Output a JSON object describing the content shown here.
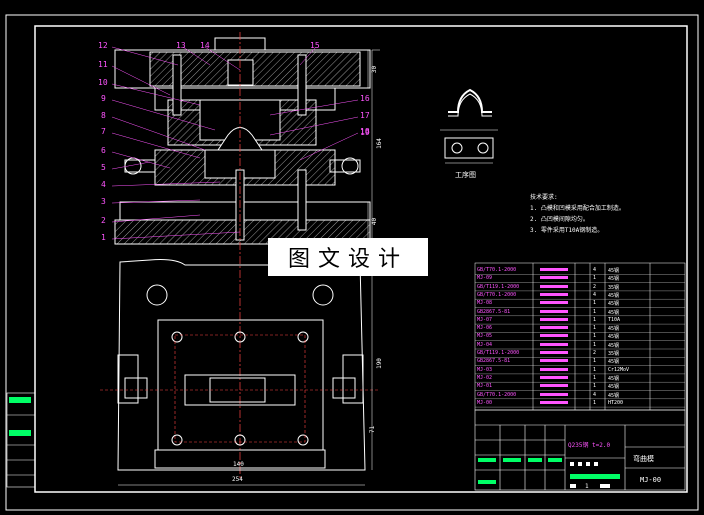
{
  "watermark": "图文设计",
  "part_labels": [
    "1",
    "2",
    "3",
    "4",
    "5",
    "6",
    "7",
    "8",
    "9",
    "10",
    "11",
    "12",
    "13",
    "14",
    "15",
    "16",
    "17",
    "18",
    "19"
  ],
  "detail_caption": "工序图",
  "tech_notes": {
    "title": "技术要求:",
    "items": [
      "1. 凸模和凹模采用配合加工制造。",
      "2. 凸凹模间隙均匀。",
      "3. 零件采用T10A钢制造。"
    ]
  },
  "bom": {
    "rows": [
      {
        "std": "GB/T70.1-2000",
        "qty": "4",
        "mat": "45钢"
      },
      {
        "std": "MJ-09",
        "qty": "1",
        "mat": "45钢"
      },
      {
        "std": "GB/T119.1-2000",
        "qty": "2",
        "mat": "35钢"
      },
      {
        "std": "GB/T70.1-2000",
        "qty": "4",
        "mat": "45钢"
      },
      {
        "std": "MJ-08",
        "qty": "1",
        "mat": "45钢"
      },
      {
        "std": "GB2867.5-81",
        "qty": "1",
        "mat": "45钢"
      },
      {
        "std": "MJ-07",
        "qty": "1",
        "mat": "T10A"
      },
      {
        "std": "MJ-06",
        "qty": "1",
        "mat": "45钢"
      },
      {
        "std": "MJ-05",
        "qty": "1",
        "mat": "45钢"
      },
      {
        "std": "MJ-04",
        "qty": "1",
        "mat": "45钢"
      },
      {
        "std": "GB/T119.1-2000",
        "qty": "2",
        "mat": "35钢"
      },
      {
        "std": "GB2867.5-81",
        "qty": "1",
        "mat": "45钢"
      },
      {
        "std": "MJ-03",
        "qty": "1",
        "mat": "Cr12MoV"
      },
      {
        "std": "MJ-02",
        "qty": "1",
        "mat": "45钢"
      },
      {
        "std": "MJ-01",
        "qty": "1",
        "mat": "45钢"
      },
      {
        "std": "GB/T70.1-2000",
        "qty": "4",
        "mat": "45钢"
      },
      {
        "std": "MJ-00",
        "qty": "1",
        "mat": "HT200"
      }
    ]
  },
  "title_block": {
    "material": "Q235钢 t=2.0",
    "name": "弯曲模",
    "drawing_no": "MJ-00",
    "sheet": "1"
  },
  "dims": {
    "width_total": "254",
    "width_inner": "140",
    "height_right": "164",
    "height_plan": "190",
    "d1": "30",
    "d2": "40",
    "d3": "71"
  }
}
